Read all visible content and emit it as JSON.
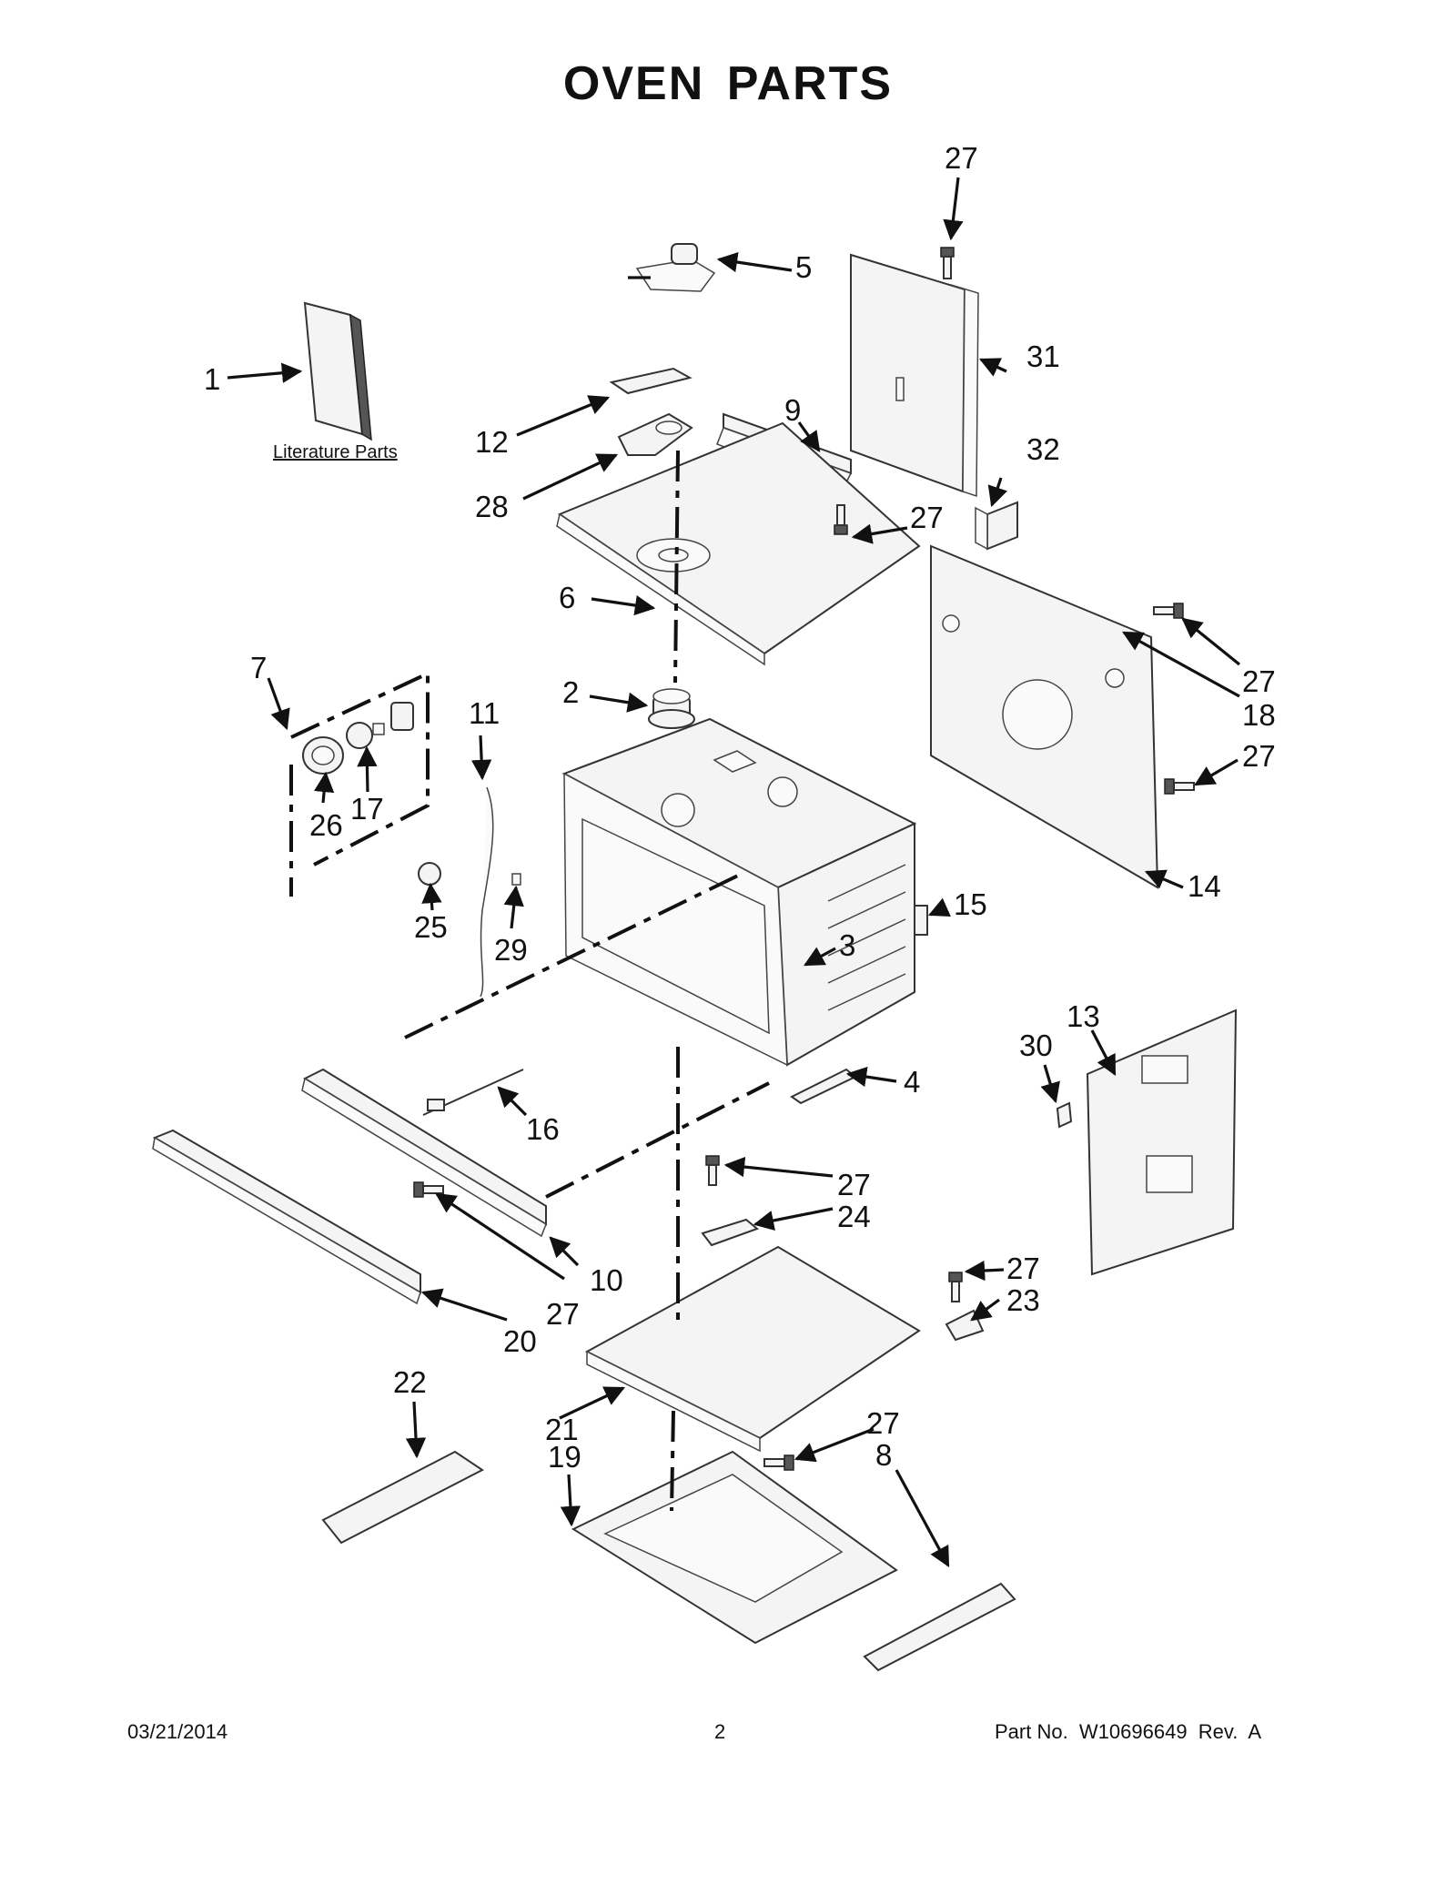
{
  "title": "OVEN PARTS",
  "literature_label": "Literature Parts",
  "callouts": {
    "c1": "1",
    "c2": "2",
    "c3": "3",
    "c4": "4",
    "c5": "5",
    "c6": "6",
    "c7": "7",
    "c8": "8",
    "c9": "9",
    "c10": "10",
    "c11": "11",
    "c12": "12",
    "c13": "13",
    "c14": "14",
    "c15": "15",
    "c16": "16",
    "c17": "17",
    "c18": "18",
    "c19": "19",
    "c20": "20",
    "c21": "21",
    "c22": "22",
    "c23": "23",
    "c24": "24",
    "c25": "25",
    "c26": "26",
    "c27": "27",
    "c28": "28",
    "c29": "29",
    "c30": "30",
    "c31": "31",
    "c32": "32"
  },
  "footer": {
    "date": "03/21/2014",
    "page": "2",
    "part_no": "Part No.  W10696649  Rev.  A"
  }
}
